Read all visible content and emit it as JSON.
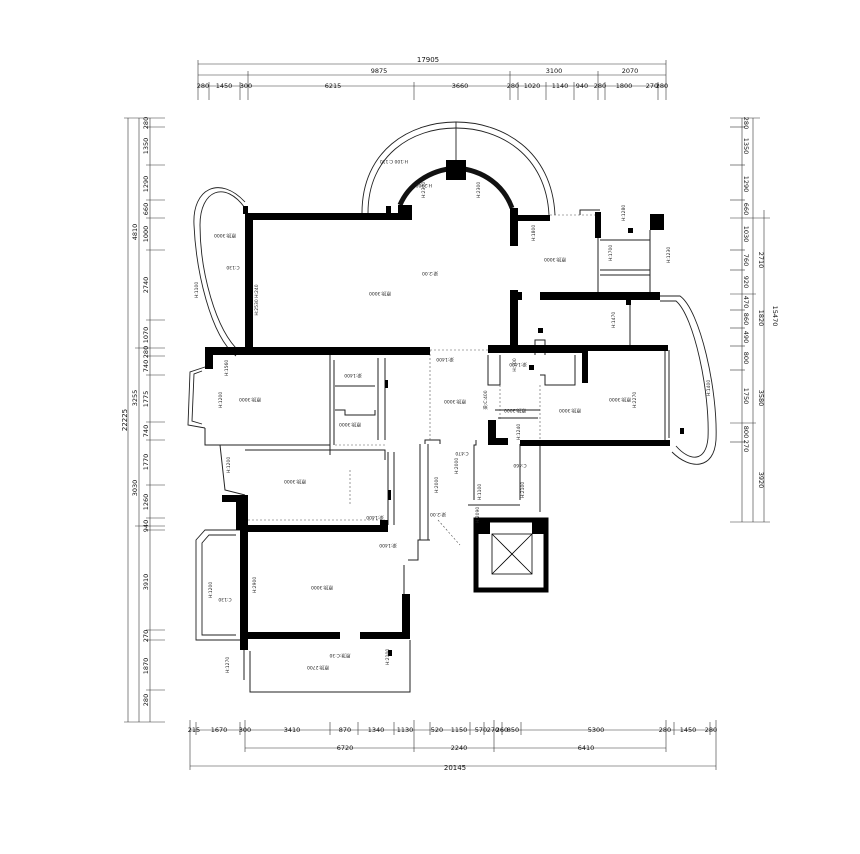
{
  "dims": {
    "top": {
      "overall": "17905",
      "row2": [
        "9875",
        "3100",
        "2070"
      ],
      "row3": [
        "280",
        "1450",
        "300",
        "6215",
        "3660",
        "280",
        "1020",
        "1140",
        "940",
        "280",
        "1800",
        "270",
        "280"
      ]
    },
    "bottom": {
      "row1": [
        "215",
        "1670",
        "300",
        "3410",
        "870",
        "1340",
        "1130",
        "520",
        "1150",
        "570",
        "270",
        "260",
        "850",
        "5300",
        "280",
        "1450",
        "280"
      ],
      "row2": [
        "6720",
        "2240",
        "6410"
      ],
      "overall": "20145"
    },
    "left": {
      "overall": "22225",
      "row2": [
        "4810",
        "3255",
        "3030"
      ],
      "row3": [
        "280",
        "1350",
        "1290",
        "660",
        "1000",
        "2740",
        "1070",
        "280",
        "740",
        "1775",
        "740",
        "1770",
        "1260",
        "940",
        "3910",
        "270",
        "1870",
        "280"
      ]
    },
    "right": {
      "overall": "15470",
      "row2": [
        "2710",
        "1820",
        "3580",
        "3920"
      ],
      "row3": [
        "280",
        "1350",
        "1290",
        "660",
        "1030",
        "760",
        "920",
        "470",
        "860",
        "490",
        "800",
        "1750",
        "800",
        "270"
      ]
    }
  },
  "labels": [
    "原顶:3000",
    "梁:2.00",
    "原顶:3000",
    "C:130",
    "H:100 C:110",
    "H:2300",
    "原顶:3000",
    "原顶:3000",
    "原顶:3000",
    "原顶:3000",
    "梁:1400",
    "梁:2.00",
    "原顶:3000",
    "原顶:3000",
    "原顶:3000",
    "梁:1400",
    "原顶:3000",
    "梁:1400",
    "原顶:C:30",
    "原顶:2700",
    "梁:1400",
    "原顶:3000",
    "C:460",
    "C:130",
    "梁:1400",
    "C:470"
  ],
  "tags": [
    "H:2530 H:240",
    "H:1100",
    "H:2300",
    "H:2300",
    "H:1800",
    "H:1280",
    "H:1700",
    "H:1230",
    "H:1470",
    "H:2270",
    "H:1400",
    "H:1240",
    "梁:C:400",
    "H:700",
    "H:1200",
    "H:1200",
    "H:2000",
    "H:2000",
    "H:1100",
    "H:2100",
    "H:2090",
    "H:2900",
    "H:1200",
    "H:1270",
    "H:2100",
    "H:1560"
  ]
}
